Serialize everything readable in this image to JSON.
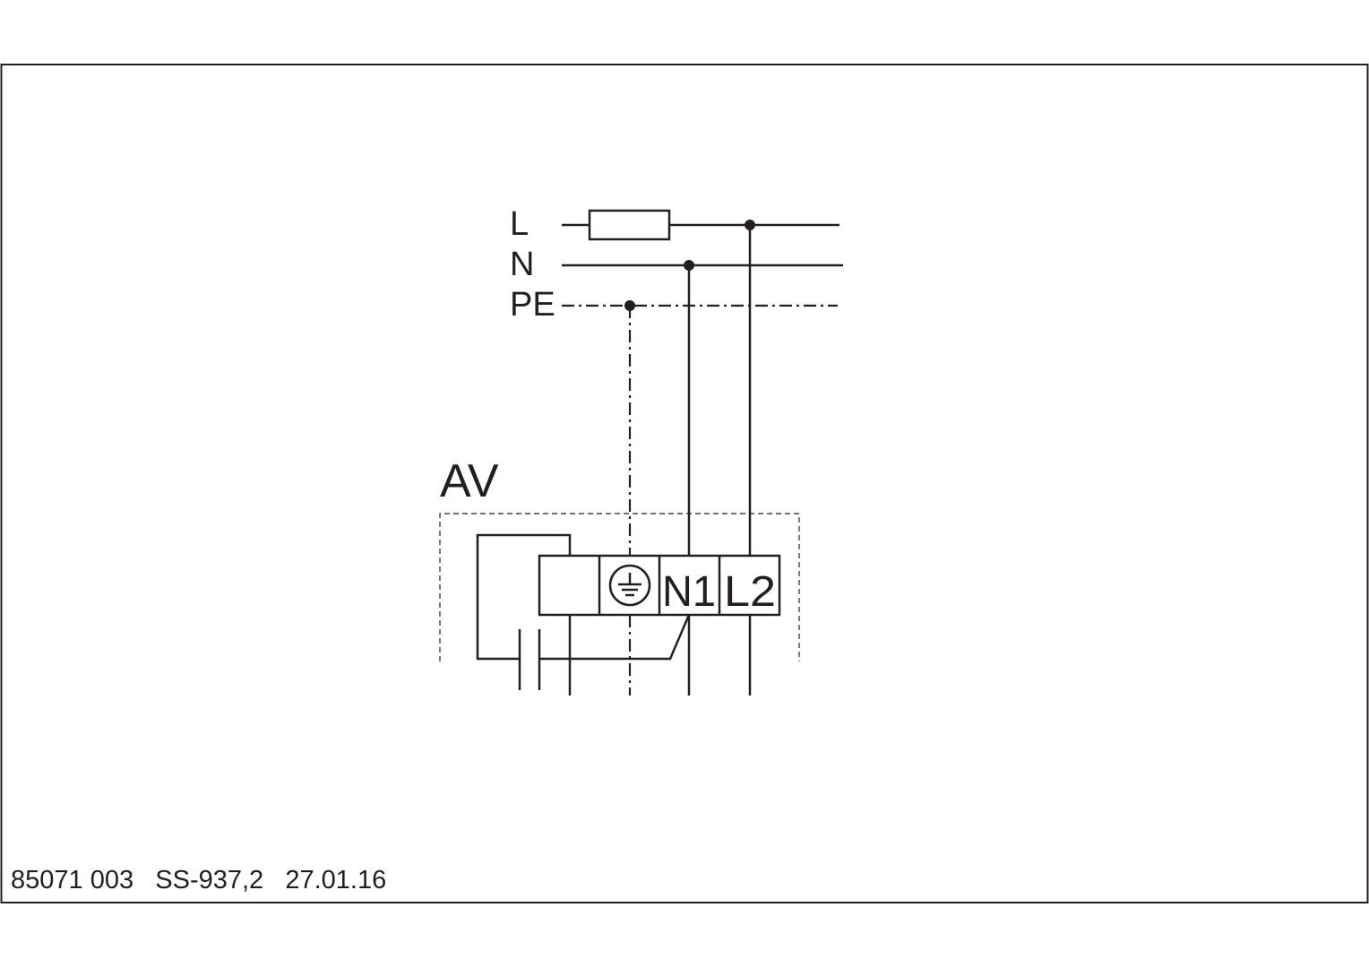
{
  "lines": {
    "l_label": "L",
    "n_label": "N",
    "pe_label": "PE"
  },
  "device": {
    "label": "AV",
    "terminals": {
      "ground_icon": "protective-earth-icon",
      "n1_label": "N1",
      "l2_label": "L2"
    }
  },
  "footer": {
    "text": "85071 003   SS-937,2   27.01.16"
  },
  "colors": {
    "ink": "#231f20",
    "background": "#ffffff"
  }
}
